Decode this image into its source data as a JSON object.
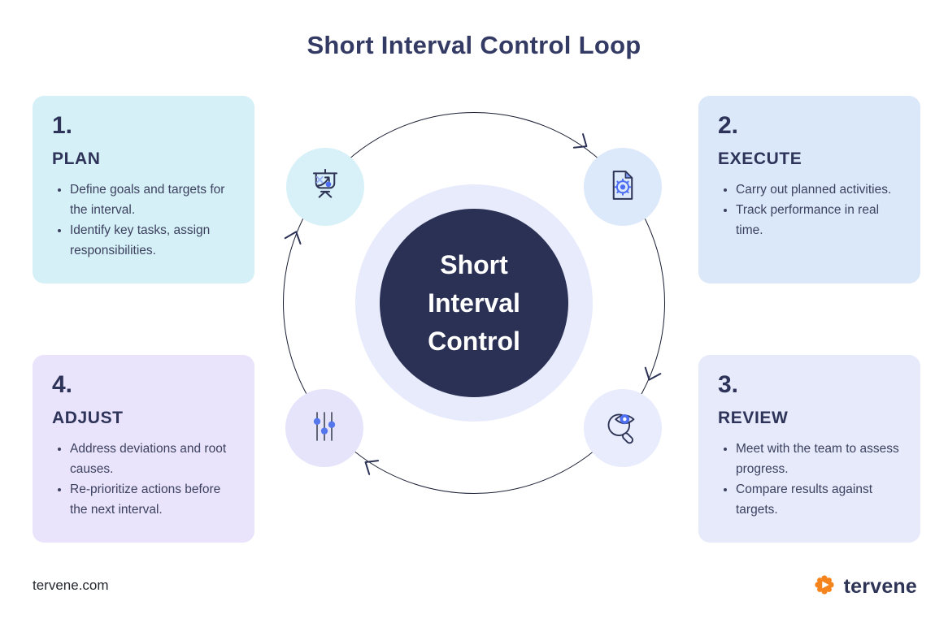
{
  "title": "Short Interval Control Loop",
  "center": {
    "lines": [
      "Short",
      "Interval",
      "Control"
    ]
  },
  "cards": [
    {
      "id": "plan",
      "number": "1.",
      "heading": "PLAN",
      "bullets": [
        "Define goals and targets for the interval.",
        "Identify key tasks, assign responsibilities."
      ],
      "icon": "strategy-board-icon",
      "bg": "#d5f0f6"
    },
    {
      "id": "execute",
      "number": "2.",
      "heading": "EXECUTE",
      "bullets": [
        "Carry out planned activities.",
        "Track performance in real time."
      ],
      "icon": "document-gear-icon",
      "bg": "#dbe8fa"
    },
    {
      "id": "review",
      "number": "3.",
      "heading": "REVIEW",
      "bullets": [
        "Meet with the team to assess progress.",
        "Compare results against targets."
      ],
      "icon": "eye-magnifier-icon",
      "bg": "#e6eafb"
    },
    {
      "id": "adjust",
      "number": "4.",
      "heading": "ADJUST",
      "bullets": [
        "Address deviations and root causes.",
        "Re-prioritize actions before the next interval."
      ],
      "icon": "sliders-icon",
      "bg": "#e9e3fb"
    }
  ],
  "cycle": {
    "direction": "clockwise",
    "arrow_count": 4
  },
  "footer": {
    "website": "tervene.com",
    "brand": "tervene",
    "brand_icon": "tervene-gear-icon"
  },
  "colors": {
    "navy": "#2b3154",
    "title_text": "#333a63",
    "body_text": "#3c415f",
    "accent_blue": "#4d6ef2",
    "light_blue_accent": "#9cb4f5",
    "ring_bg": "#e7ebfc",
    "brand_orange": "#f6841c",
    "background": "#ffffff"
  }
}
